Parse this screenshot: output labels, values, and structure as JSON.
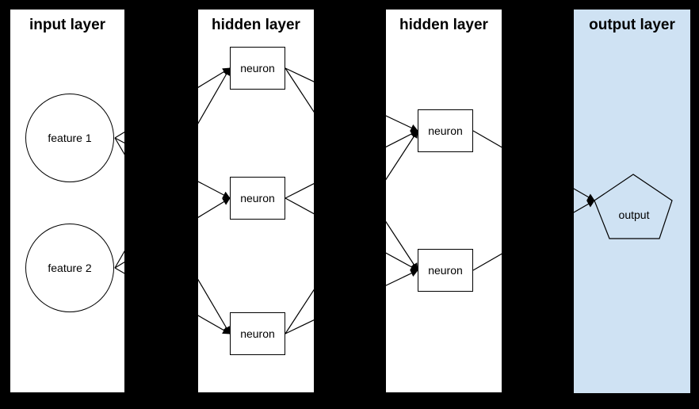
{
  "diagram_type": "neural-network",
  "colors": {
    "background": "#000000",
    "panel_background": "#ffffff",
    "output_panel_background": "#cfe2f3",
    "line_color": "#000000",
    "text_color": "#000000"
  },
  "layers": [
    {
      "title": "input layer",
      "nodes": [
        {
          "id": "f1",
          "label": "feature 1",
          "shape": "circle"
        },
        {
          "id": "f2",
          "label": "feature 2",
          "shape": "circle"
        }
      ]
    },
    {
      "title": "hidden layer",
      "nodes": [
        {
          "id": "h1n1",
          "label": "neuron",
          "shape": "rectangle"
        },
        {
          "id": "h1n2",
          "label": "neuron",
          "shape": "rectangle"
        },
        {
          "id": "h1n3",
          "label": "neuron",
          "shape": "rectangle"
        }
      ]
    },
    {
      "title": "hidden layer",
      "nodes": [
        {
          "id": "h2n1",
          "label": "neuron",
          "shape": "rectangle"
        },
        {
          "id": "h2n2",
          "label": "neuron",
          "shape": "rectangle"
        }
      ]
    },
    {
      "title": "output layer",
      "nodes": [
        {
          "id": "out",
          "label": "output",
          "shape": "pentagon"
        }
      ]
    }
  ],
  "connections": [
    {
      "from": "f1",
      "to": "h1n1"
    },
    {
      "from": "f1",
      "to": "h1n2"
    },
    {
      "from": "f1",
      "to": "h1n3"
    },
    {
      "from": "f2",
      "to": "h1n1"
    },
    {
      "from": "f2",
      "to": "h1n2"
    },
    {
      "from": "f2",
      "to": "h1n3"
    },
    {
      "from": "h1n1",
      "to": "h2n1"
    },
    {
      "from": "h1n1",
      "to": "h2n2"
    },
    {
      "from": "h1n2",
      "to": "h2n1"
    },
    {
      "from": "h1n2",
      "to": "h2n2"
    },
    {
      "from": "h1n3",
      "to": "h2n1"
    },
    {
      "from": "h1n3",
      "to": "h2n2"
    },
    {
      "from": "h2n1",
      "to": "out"
    },
    {
      "from": "h2n2",
      "to": "out"
    }
  ]
}
